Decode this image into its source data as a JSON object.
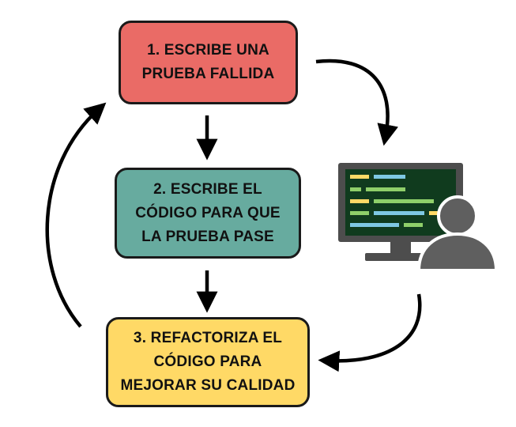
{
  "steps": [
    {
      "label": "1. ESCRIBE UNA\nPRUEBA FALLIDA",
      "color": "#ea6b66"
    },
    {
      "label": "2. ESCRIBE EL\nCÓDIGO PARA QUE\nLA PRUEBA PASE",
      "color": "#67ab9f"
    },
    {
      "label": "3. REFACTORIZA EL\nCÓDIGO PARA\nMEJORAR SU CALIDAD",
      "color": "#ffd966"
    }
  ],
  "icons": {
    "developer": "developer-at-monitor-icon"
  },
  "colors": {
    "stroke": "#000000",
    "monitor": "#4d4d4d",
    "screen": "#103b1e",
    "code_yellow": "#ffd966",
    "code_blue": "#7ec8e3",
    "code_green": "#8fcf6a",
    "person": "#5f5f5f"
  }
}
